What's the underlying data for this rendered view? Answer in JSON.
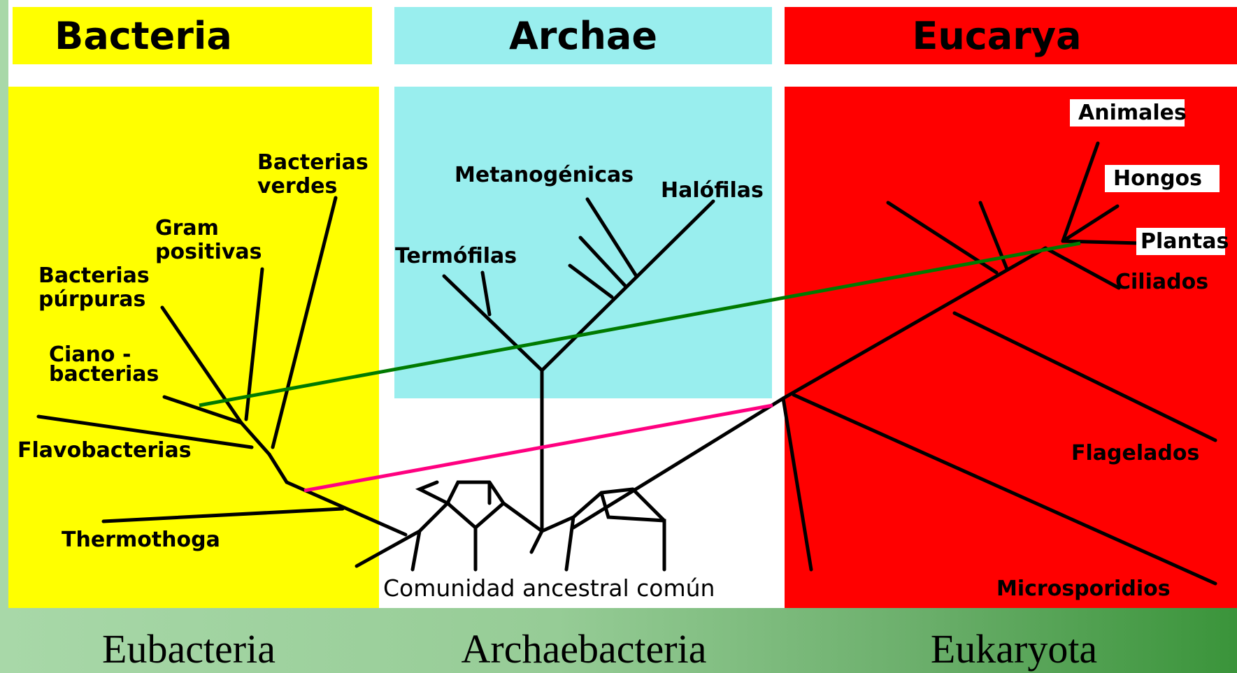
{
  "headers": {
    "bacteria": "Bacteria",
    "archae": "Archae",
    "eucarya": "Eucarya"
  },
  "labels": {
    "bacterias_verdes_1": "Bacterias",
    "bacterias_verdes_2": "verdes",
    "gram_1": "Gram",
    "gram_2": "positivas",
    "purpuras_1": "Bacterias",
    "purpuras_2": "púrpuras",
    "ciano_1": "Ciano -",
    "ciano_2": "bacterias",
    "flavobacterias": "Flavobacterias",
    "thermothoga": "Thermothoga",
    "metanogenicas": "Metanogénicas",
    "halofilas": "Halófilas",
    "termofilas": "Termófilas",
    "animales": "Animales",
    "hongos": "Hongos",
    "plantas": "Plantas",
    "ciliados": "Ciliados",
    "flagelados": "Flagelados",
    "microsporidios": "Microsporidios",
    "root": "Comunidad ancestral común"
  },
  "footer": {
    "eubacteria": "Eubacteria",
    "archaebacteria": "Archaebacteria",
    "eukaryota": "Eukaryota"
  },
  "colors": {
    "bacteria": "#ffff00",
    "archae": "#99eeee",
    "eucarya": "#ff0000",
    "green_link": "#008000",
    "pink_link": "#ff0080"
  }
}
